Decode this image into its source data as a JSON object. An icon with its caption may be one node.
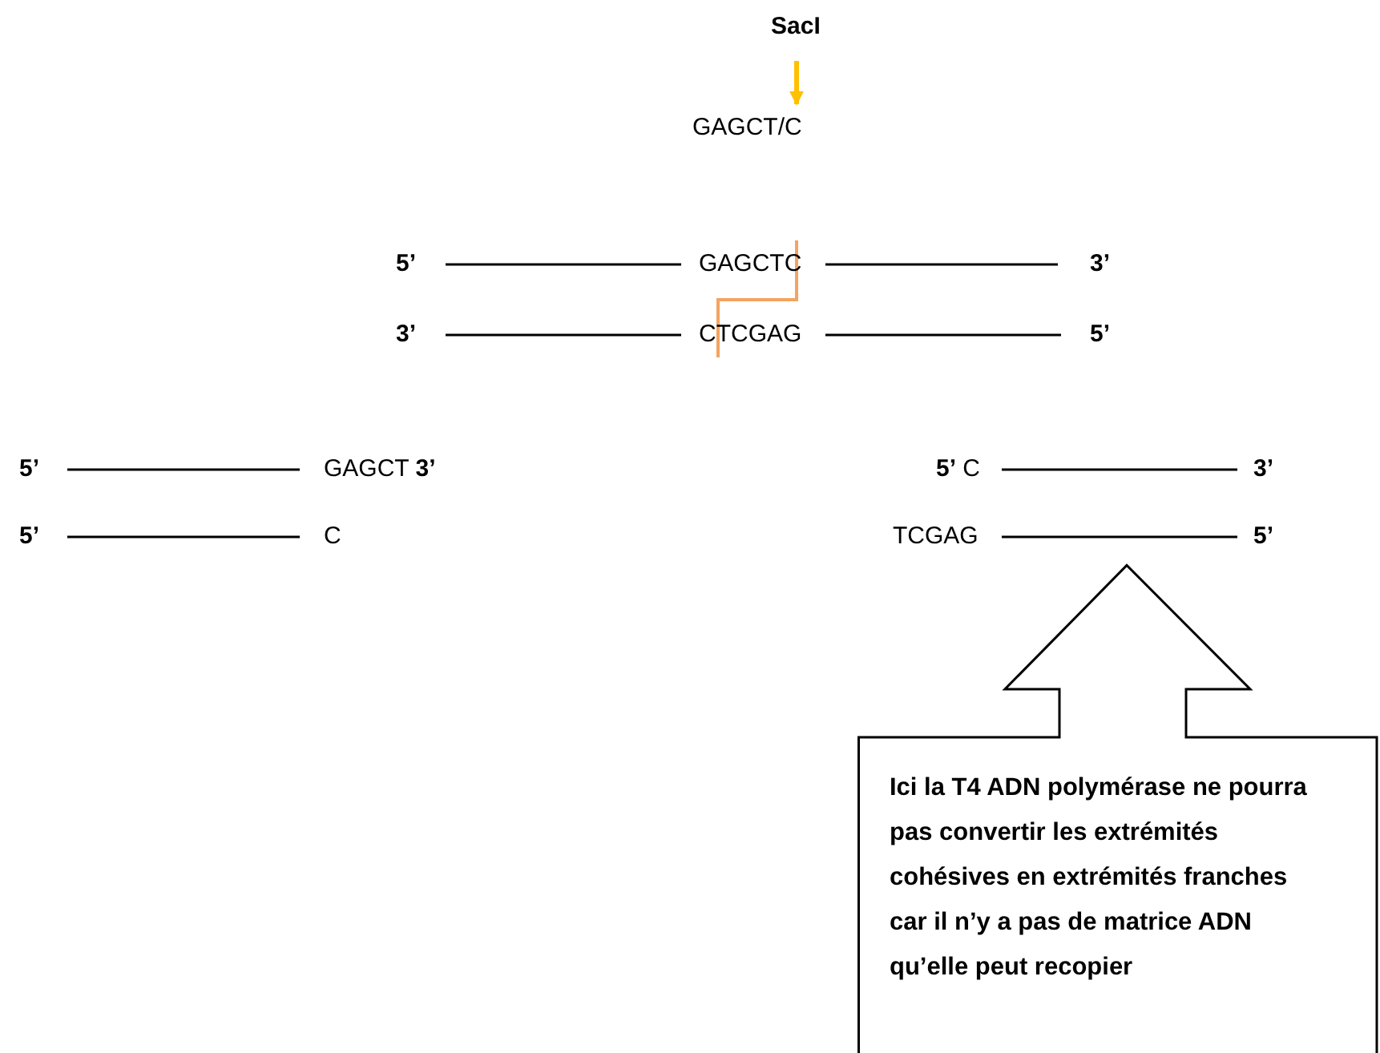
{
  "diagram": {
    "nodes": [
      {
        "text": [
          "SacI"
        ]
      },
      {
        "text": [
          "GAGCT/C"
        ]
      },
      {
        "text": [
          "Ici la T4 ADN polymérase ne pourra pas convertir les extrémités cohésives en extrémités franches car il n’y a pas de matrice ADN qu’elle peut recopier"
        ]
      }
    ],
    "edges": [
      {
        "from": 0,
        "to": 1,
        "arrow": "to",
        "color": "#ffc000"
      }
    ],
    "labels": [
      "5’",
      "GAGCTC",
      "3’",
      "3’",
      "CTCGAG",
      "5’",
      "5’",
      "GAGCT **3’**",
      "**5’** C",
      "3’",
      "5’",
      "C",
      "TCGAG",
      "5’"
    ]
  }
}
